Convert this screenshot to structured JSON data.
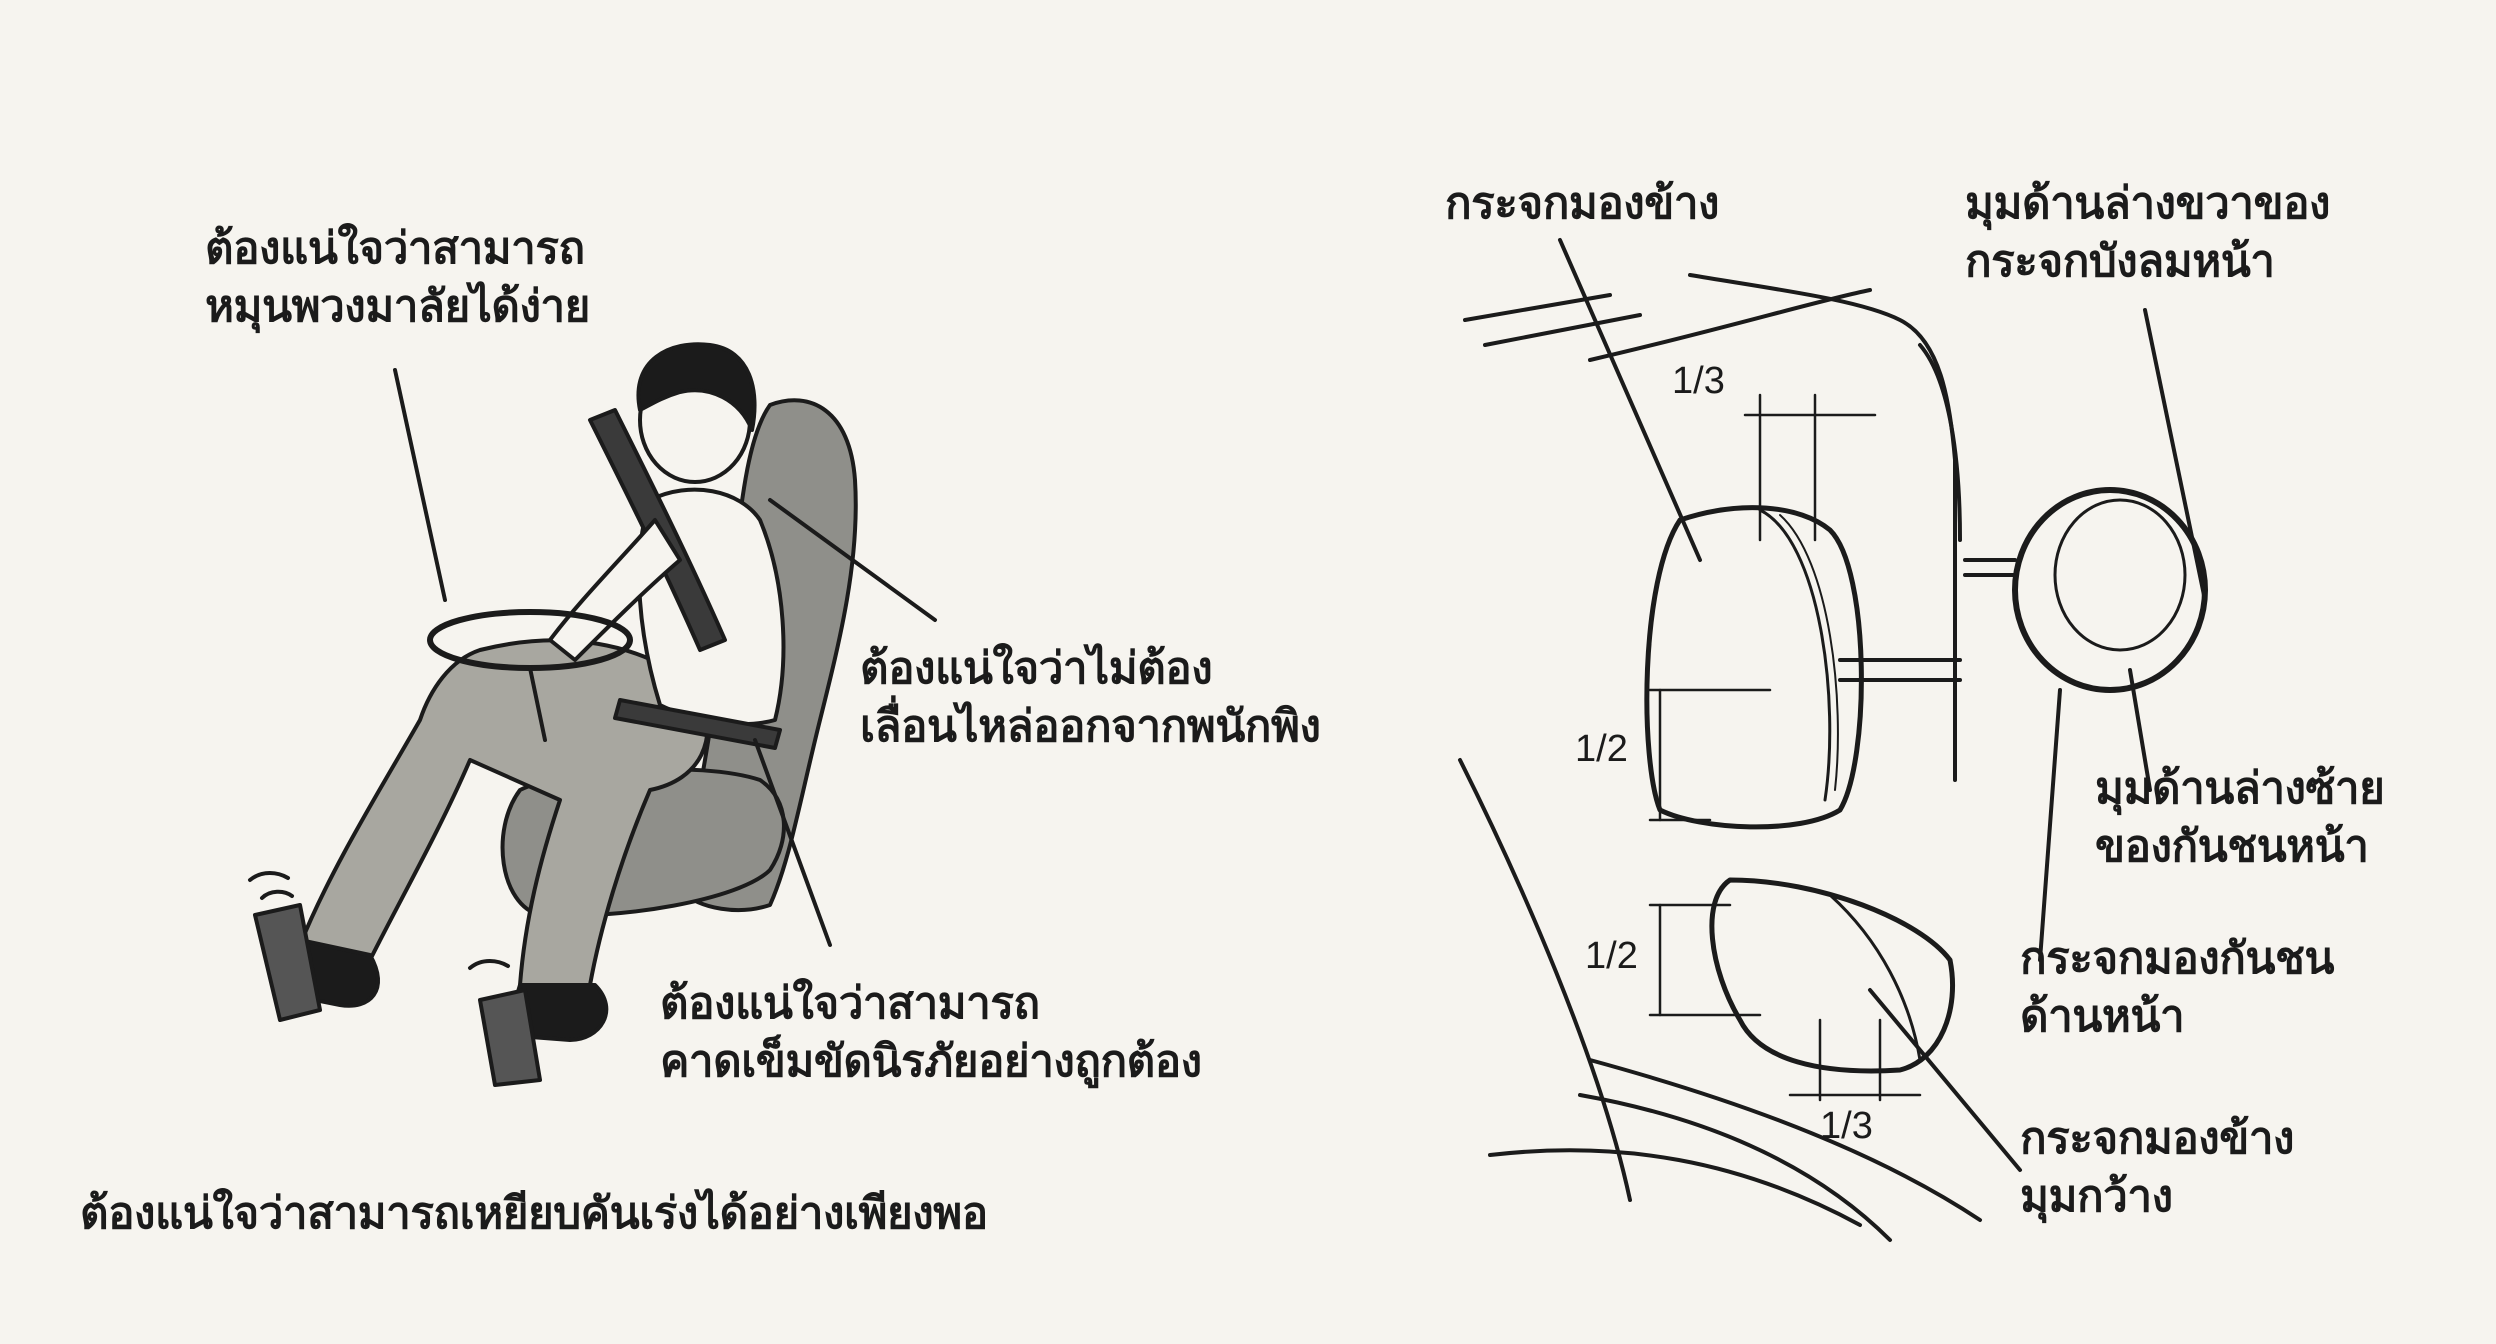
{
  "left": {
    "steering_note": [
      "ต้องแน่ใจว่าสามารถ",
      "หมุนพวงมาลัยได้ง่าย"
    ],
    "shoulder_note": [
      "ต้องแน่ใจว่าไม่ต้อง",
      "เลื่อนไหล่ออกจากพนักพิง"
    ],
    "seatbelt_note": [
      "ต้องแน่ใจว่าสามารถ",
      "คาดเข็มขัดนิรภัยอย่างถูกต้อง"
    ],
    "pedal_note": "ต้องแน่ใจว่าสามารถเหยียบคันเร่งได้อย่างเพียงพอ"
  },
  "right": {
    "side_mirror": "กระจกมองข้าง",
    "windshield_corner": [
      "มุมด้านล่างขวาของ",
      "กระจกบังลมหน้า"
    ],
    "bumper_corner": [
      "มุมด้านล่างซ้าย",
      "ของกันชนหน้า"
    ],
    "bumper_mirror": [
      "กระจกมองกันชน",
      "ด้านหน้า"
    ],
    "wide_mirror": [
      "กระจกมองข้าง",
      "มุมกว้าง"
    ],
    "dims": {
      "top_third": "1/3",
      "upper_half": "1/2",
      "lower_half": "1/2",
      "bottom_third": "1/3"
    }
  },
  "colors": {
    "ink": "#1b1b1b",
    "seat": "#8f8f8a",
    "trousers": "#a8a7a0",
    "paper": "#f6f4ef"
  }
}
